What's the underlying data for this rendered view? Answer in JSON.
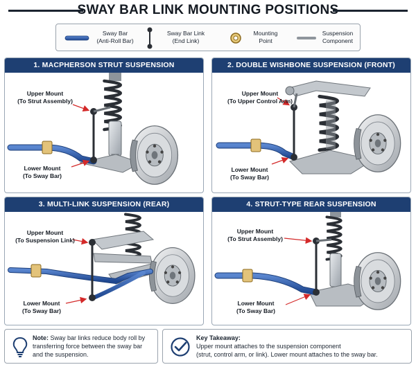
{
  "title": "SWAY BAR LINK MOUNTING POSITIONS",
  "legend": {
    "sway_bar": {
      "line1": "Sway Bar",
      "line2": "(Anti-Roll Bar)",
      "icon": "sway-bar-icon"
    },
    "link": {
      "line1": "Sway Bar Link",
      "line2": "(End Link)",
      "icon": "end-link-icon"
    },
    "mount": {
      "line1": "Mounting",
      "line2": "Point",
      "icon": "bushing-icon"
    },
    "component": {
      "line1": "Suspension",
      "line2": "Component",
      "icon": "component-line-icon"
    }
  },
  "panels": [
    {
      "title": "1. MACPHERSON STRUT SUSPENSION",
      "upper": {
        "line1": "Upper Mount",
        "line2": "(To Strut Assembly)"
      },
      "lower": {
        "line1": "Lower Mount",
        "line2": "(To Sway Bar)"
      }
    },
    {
      "title": "2. DOUBLE WISHBONE SUSPENSION (FRONT)",
      "upper": {
        "line1": "Upper Mount",
        "line2": "(To Upper Control Arm)"
      },
      "lower": {
        "line1": "Lower Mount",
        "line2": "(To Sway Bar)"
      }
    },
    {
      "title": "3. MULTI-LINK SUSPENSION (REAR)",
      "upper": {
        "line1": "Upper Mount",
        "line2": "(To Suspension Link)"
      },
      "lower": {
        "line1": "Lower Mount",
        "line2": "(To Sway Bar)"
      }
    },
    {
      "title": "4. STRUT-TYPE REAR SUSPENSION",
      "upper": {
        "line1": "Upper Mount",
        "line2": "(To Strut Assembly)"
      },
      "lower": {
        "line1": "Lower Mount",
        "line2": "(To Sway Bar)"
      }
    }
  ],
  "note": {
    "label": "Note:",
    "line1": "Sway bar links reduce body roll by",
    "line2": "transferring force between the sway bar",
    "line3": "and the suspension.",
    "icon": "lightbulb-icon"
  },
  "takeaway": {
    "label": "Key Takeaway:",
    "line1": "Upper mount attaches to the suspension component",
    "line2": "(strut, control arm, or link). Lower mount attaches to the sway bar.",
    "icon": "checkmark-circle-icon"
  },
  "colors": {
    "sway_bar": "#2f5fae",
    "panel_header": "#1e3f72",
    "mount": "#c9a24a",
    "arrow": "#d42a2a"
  }
}
